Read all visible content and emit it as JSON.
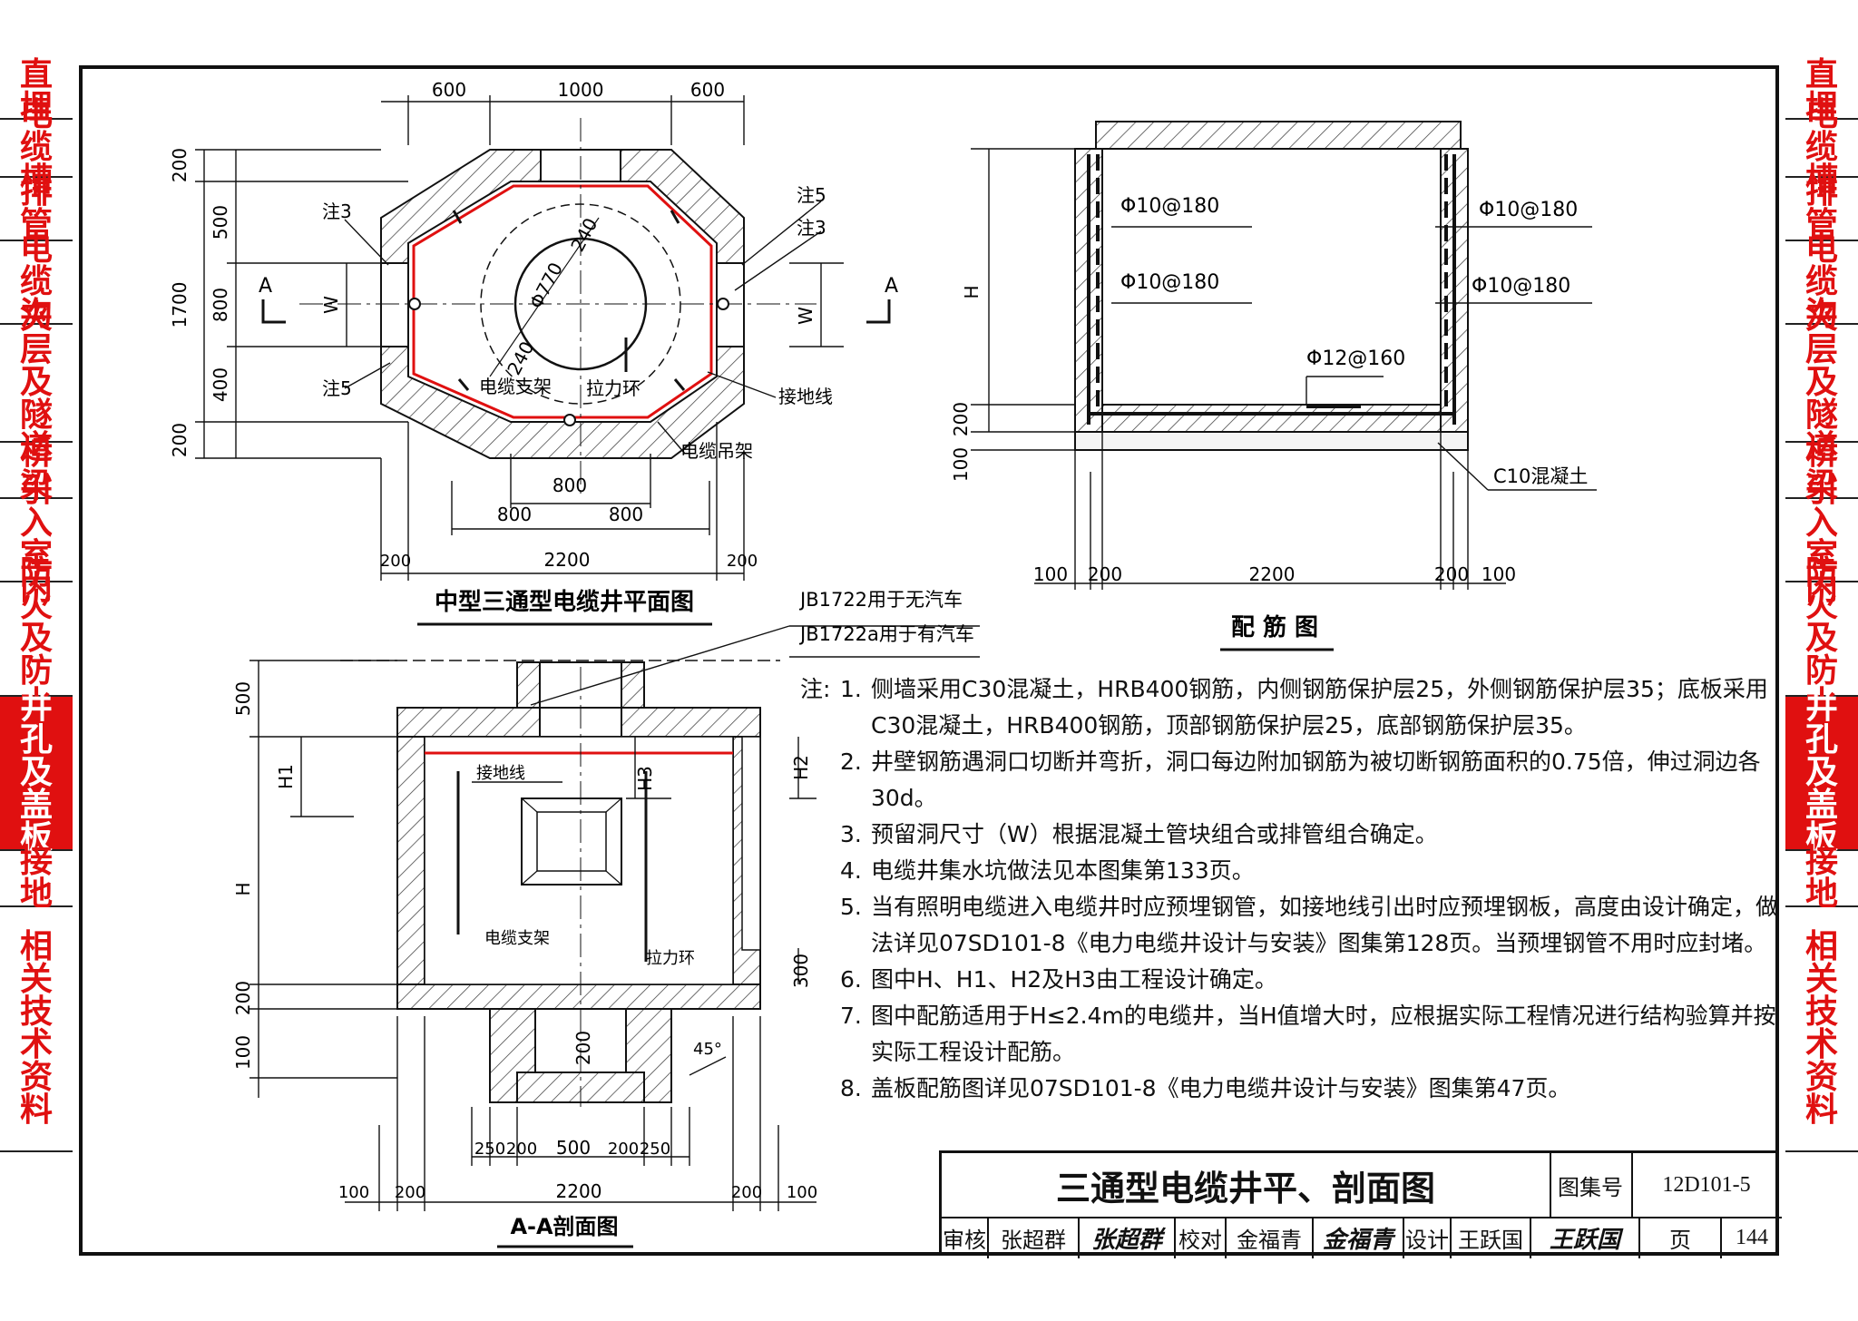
{
  "side_tabs": [
    {
      "label": "直埋",
      "active": false
    },
    {
      "label": "电缆槽",
      "active": false
    },
    {
      "label": "排管",
      "active": false
    },
    {
      "label": "电缆沟",
      "active": false
    },
    {
      "label": "夹层及隧道",
      "active": false
    },
    {
      "label": "桥梁",
      "active": false
    },
    {
      "label": "引入室内",
      "active": false
    },
    {
      "label": "防火及防水",
      "active": false
    },
    {
      "label": "井孔及盖板",
      "active": true
    },
    {
      "label": "接地",
      "active": false
    },
    {
      "label": "相关技术资料",
      "active": false
    }
  ],
  "plan": {
    "caption": "中型三通型电缆井平面图",
    "dim_top": [
      "600",
      "1000",
      "600"
    ],
    "dim_left": [
      "200",
      "500",
      "800",
      "400",
      "200"
    ],
    "dim_left_total": "1700",
    "dim_bottom_inner": "800",
    "dim_bottom_mid": [
      "800",
      "800"
    ],
    "dim_bottom_total": "2200",
    "dim_bottom_side": [
      "200",
      "200"
    ],
    "w_label": "W",
    "section_mark": "A",
    "diameter": "Φ770",
    "radius_a": "240",
    "radius_b": "240",
    "labels": {
      "note3": "注3",
      "note5": "注5",
      "support": "电缆支架",
      "ring": "拉力环",
      "ground": "接地线",
      "hanger": "电缆吊架"
    }
  },
  "rebar": {
    "caption": "配 筋 图",
    "bars": [
      "Φ10@180",
      "Φ10@180",
      "Φ10@180",
      "Φ10@180",
      "Φ12@160"
    ],
    "h_label": "H",
    "dims_left": [
      "200",
      "100"
    ],
    "concrete": "C10混凝土",
    "dim_bottom": [
      "100",
      "200",
      "2200",
      "200",
      "100"
    ]
  },
  "section": {
    "caption": "A-A剖面图",
    "cover_note_1": "JB1722用于无汽车",
    "cover_note_2": "JB1722a用于有汽车",
    "dims_left": [
      "500",
      "H1",
      "H",
      "200",
      "100"
    ],
    "h2": "H2",
    "h3": "H3",
    "d300": "300",
    "d200": "200",
    "angle": "45°",
    "labels": {
      "ground": "接地线",
      "support": "电缆支架",
      "ring": "拉力环"
    },
    "dim_bottom_inner": [
      "250",
      "200",
      "500",
      "200",
      "250"
    ],
    "dim_bottom_outer": [
      "100",
      "200",
      "2200",
      "200",
      "100"
    ]
  },
  "notes": {
    "prefix": "注:",
    "items": [
      {
        "num": "1.",
        "lines": [
          "侧墙采用C30混凝土，HRB400钢筋，内侧钢筋保护层25，外侧钢筋保护层35；底板采用",
          "C30混凝土，HRB400钢筋，顶部钢筋保护层25，底部钢筋保护层35。"
        ]
      },
      {
        "num": "2.",
        "lines": [
          "井壁钢筋遇洞口切断并弯折，洞口每边附加钢筋为被切断钢筋面积的0.75倍，伸过洞边各30d。"
        ]
      },
      {
        "num": "3.",
        "lines": [
          "预留洞尺寸（W）根据混凝土管块组合或排管组合确定。"
        ]
      },
      {
        "num": "4.",
        "lines": [
          "电缆井集水坑做法见本图集第133页。"
        ]
      },
      {
        "num": "5.",
        "lines": [
          "当有照明电缆进入电缆井时应预埋钢管，如接地线引出时应预埋钢板，高度由设计确定，做",
          "法详见07SD101-8《电力电缆井设计与安装》图集第128页。当预埋钢管不用时应封堵。"
        ]
      },
      {
        "num": "6.",
        "lines": [
          "图中H、H1、H2及H3由工程设计确定。"
        ]
      },
      {
        "num": "7.",
        "lines": [
          "图中配筋适用于H≤2.4m的电缆井，当H值增大时，应根据实际工程情况进行结构验算并按",
          "实际工程设计配筋。"
        ]
      },
      {
        "num": "8.",
        "lines": [
          "盖板配筋图详见07SD101-8《电力电缆井设计与安装》图集第47页。"
        ]
      }
    ]
  },
  "title_block": {
    "title": "三通型电缆井平、剖面图",
    "atlas_label": "图集号",
    "atlas_no": "12D101-5",
    "review_label": "审核",
    "reviewer": "张超群",
    "reviewer_sig": "张超群",
    "check_label": "校对",
    "checker": "金福青",
    "checker_sig": "金福青",
    "design_label": "设计",
    "designer": "王跃国",
    "designer_sig": "王跃国",
    "page_label": "页",
    "page_no": "144"
  }
}
